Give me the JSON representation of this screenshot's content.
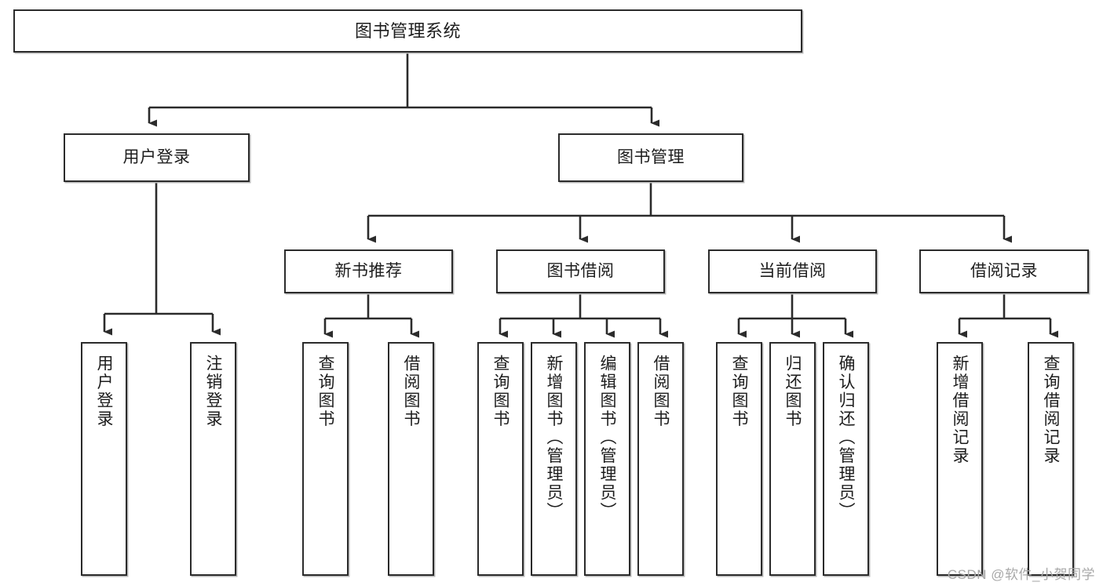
{
  "diagram": {
    "title": "图书管理系统",
    "type": "tree-hierarchy-chart",
    "watermark": "CSDN @软件_小贺同学",
    "colors": {
      "box_border": "#2b2b2b",
      "box_fill": "#ffffff",
      "edge": "#2b2b2b",
      "text": "#1d1d1d",
      "watermark": "#a8a8a8",
      "background": "#ffffff"
    },
    "nodes": {
      "root": {
        "label": "图书管理系统"
      },
      "tier2": [
        {
          "label": "用户登录"
        },
        {
          "label": "图书管理"
        }
      ],
      "tier3": [
        {
          "label": "新书推荐"
        },
        {
          "label": "图书借阅"
        },
        {
          "label": "当前借阅"
        },
        {
          "label": "借阅记录"
        }
      ],
      "leaves": {
        "user_login": [
          {
            "label": "用户登录"
          },
          {
            "label": "注销登录"
          }
        ],
        "new_book_rec": [
          {
            "label": "查询图书"
          },
          {
            "label": "借阅图书"
          }
        ],
        "book_borrow": [
          {
            "label": "查询图书"
          },
          {
            "label": "新增图书（管理员）"
          },
          {
            "label": "编辑图书（管理员）"
          },
          {
            "label": "借阅图书"
          }
        ],
        "current_borrow": [
          {
            "label": "查询图书"
          },
          {
            "label": "归还图书"
          },
          {
            "label": "确认归还（管理员）"
          }
        ],
        "borrow_record": [
          {
            "label": "新增借阅记录"
          },
          {
            "label": "查询借阅记录"
          }
        ]
      }
    }
  }
}
